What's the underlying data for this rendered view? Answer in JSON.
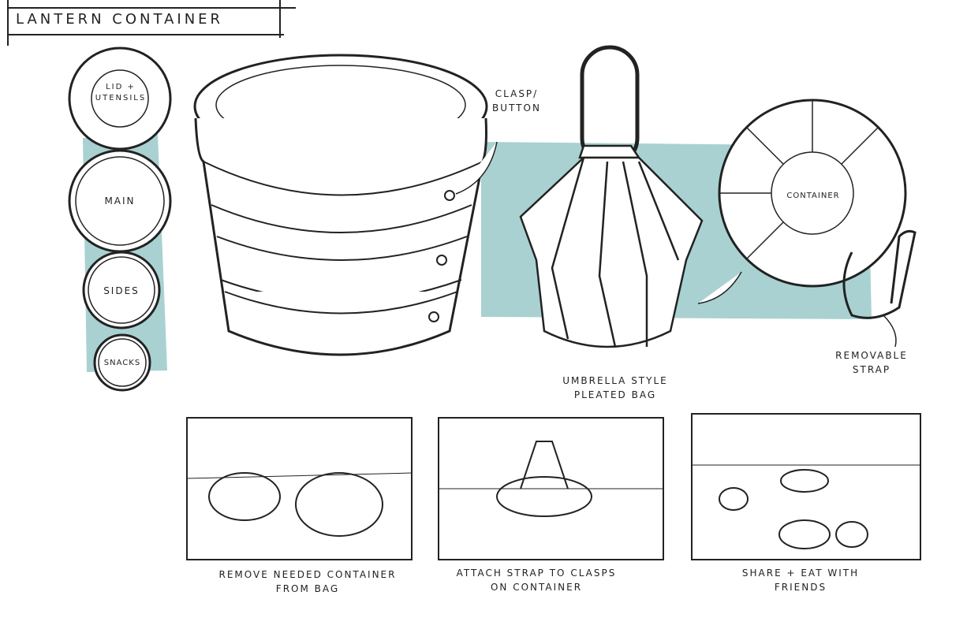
{
  "title": "LANTERN CONTAINER",
  "accent_color": "#a9d1d1",
  "stack_labels": [
    "LID + UTENSILS",
    "MAIN",
    "SIDES",
    "SNACKS"
  ],
  "callouts": {
    "clasp": "CLASP/ BUTTON",
    "container": "CONTAINER",
    "strap": "REMOVABLE STRAP",
    "bag": "UMBRELLA STYLE PLEATED BAG"
  },
  "storyboard": [
    {
      "caption": "REMOVE NEEDED CONTAINER FROM BAG"
    },
    {
      "caption": "ATTACH STRAP TO CLASPS ON CONTAINER"
    },
    {
      "caption": "SHARE + EAT WITH FRIENDS"
    }
  ]
}
